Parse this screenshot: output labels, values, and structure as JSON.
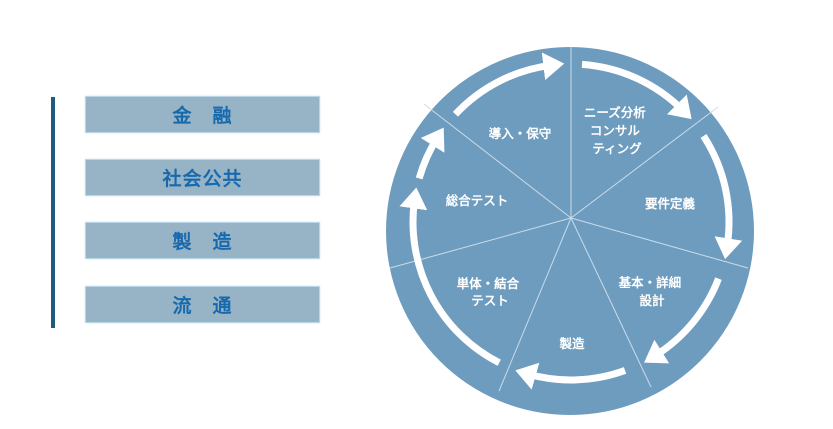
{
  "industries": [
    "金　融",
    "社会公共",
    "製　造",
    "流　通"
  ],
  "cycle": {
    "stages": [
      {
        "lines": [
          "ニーズ分析",
          "コンサル",
          "ティング"
        ]
      },
      {
        "lines": [
          "要件定義"
        ]
      },
      {
        "lines": [
          "基本・詳細",
          "設計"
        ]
      },
      {
        "lines": [
          "製造"
        ]
      },
      {
        "lines": [
          "単体・結合",
          "テスト"
        ]
      },
      {
        "lines": [
          "総合テスト"
        ]
      },
      {
        "lines": [
          "導入・保守"
        ]
      }
    ]
  },
  "colors": {
    "circle": "#6e9cbf",
    "box": "#97b3c6",
    "box_text": "#1769ad",
    "bar": "#1f5a80"
  }
}
